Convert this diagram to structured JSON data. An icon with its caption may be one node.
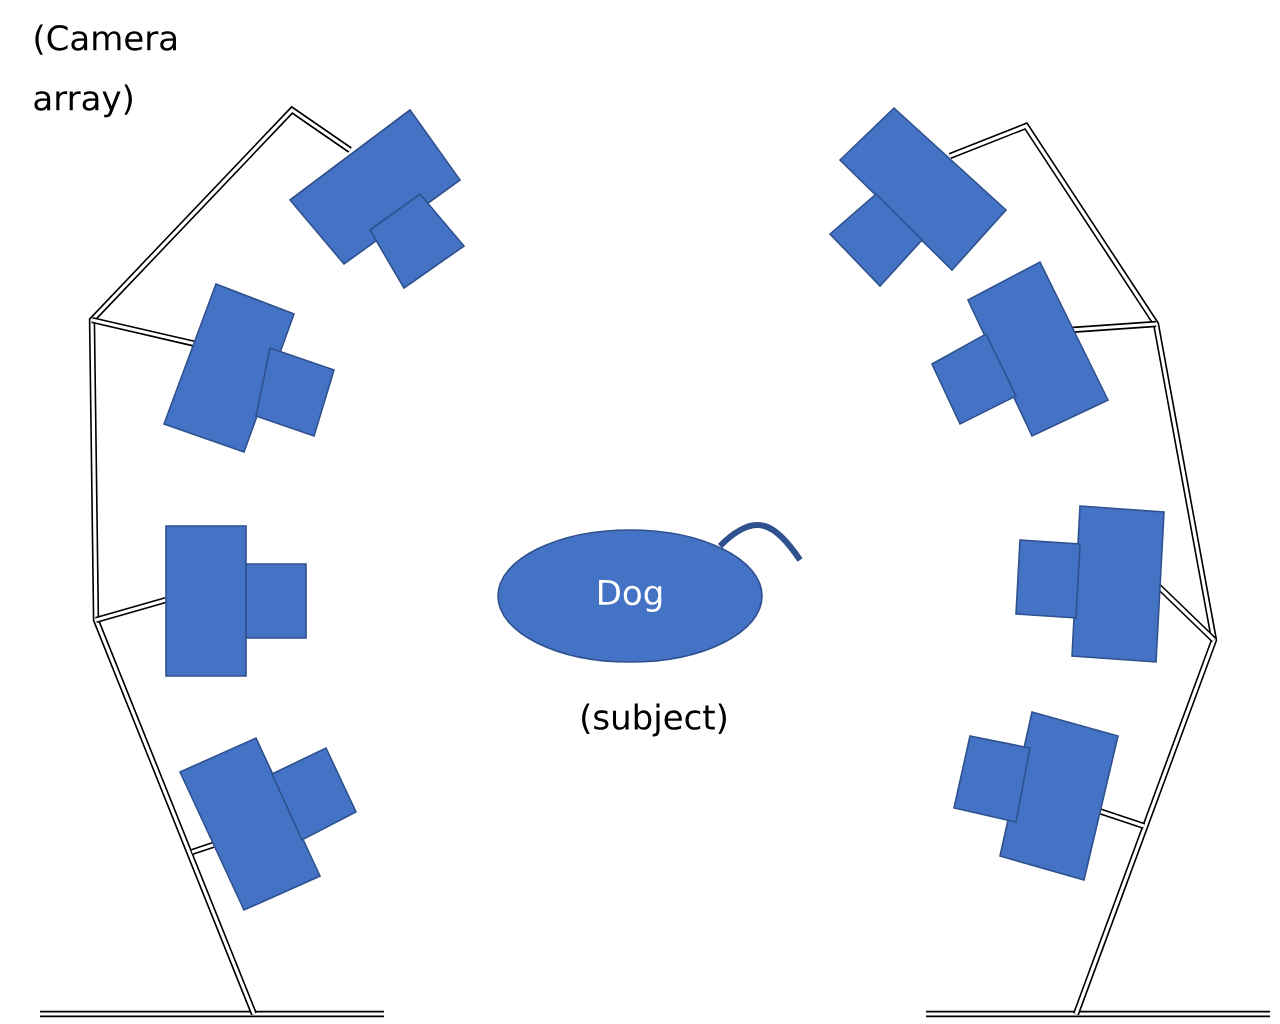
{
  "diagram": {
    "nodes": [
      {
        "text": [
          "Dog"
        ],
        "beside": [
          "(subject)"
        ]
      }
    ],
    "labels": [
      "(Camera array)"
    ]
  }
}
